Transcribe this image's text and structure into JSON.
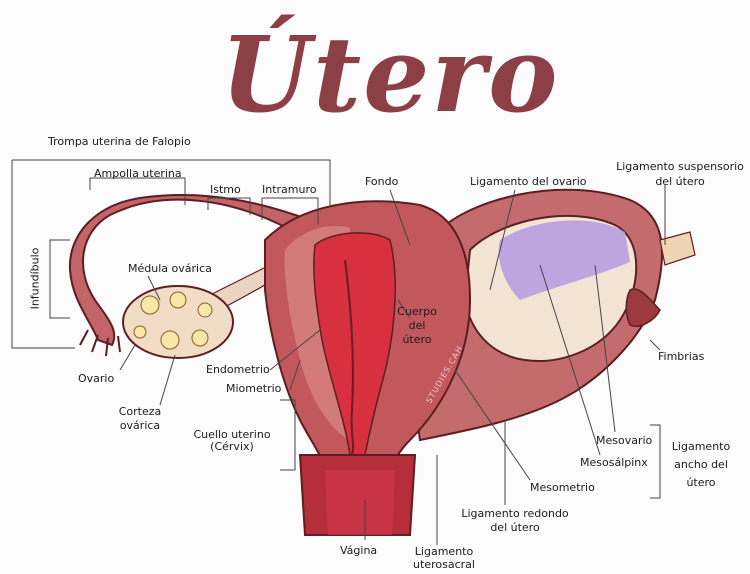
{
  "title": "Útero",
  "watermark": "STUDIES.CAH",
  "colors": {
    "title": "#8c3f45",
    "muscle": "#c0575b",
    "muscle_dark": "#7a2a30",
    "lining": "#d33a48",
    "ovary": "#f0d9c8",
    "ligament": "#c98080",
    "tube_inner": "#e8c3b0",
    "purple": "#9a7fd1"
  },
  "labels": {
    "trompa": "Trompa uterina de Falopio",
    "ampolla": "Ampolla uterina",
    "istmo": "Istmo",
    "intramuro": "Intramuro",
    "infundibulo": "Infundíbulo",
    "medula": "Médula ovárica",
    "ovario": "Ovario",
    "corteza_1": "Corteza",
    "corteza_2": "ovárica",
    "endometrio": "Endometrio",
    "miometrio": "Miometrio",
    "cuello_1": "Cuello uterino",
    "cuello_2": "(Cérvix)",
    "vagina": "Vágina",
    "lig_utero_1": "Ligamento",
    "lig_utero_2": "uterosacral",
    "fondo": "Fondo",
    "cuerpo_1": "Cuerpo",
    "cuerpo_2": "del",
    "cuerpo_3": "útero",
    "lig_ovario": "Ligamento del ovario",
    "lig_susp_1": "Ligamento suspensorio",
    "lig_susp_2": "del útero",
    "fimbrias": "Fimbrias",
    "mesovario": "Mesovario",
    "mesosalpinx": "Mesosálpinx",
    "mesometrio": "Mesometrio",
    "lig_redondo_1": "Ligamento redondo",
    "lig_redondo_2": "del útero",
    "lig_ancho_1": "Ligamento",
    "lig_ancho_2": "ancho del",
    "lig_ancho_3": "útero"
  }
}
